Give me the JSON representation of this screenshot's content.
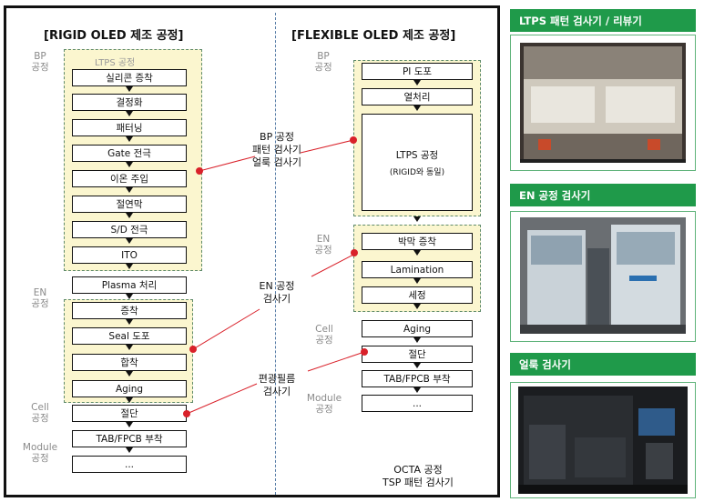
{
  "rigid": {
    "title": "[RIGID OLED 제조 공정]",
    "stage_bp": "BP\n공정",
    "stage_en": "EN\n공정",
    "stage_cell": "Cell\n공정",
    "stage_module": "Module\n공정",
    "ltps_label": "LTPS 공정",
    "steps_bp": [
      "실리콘 증착",
      "결정화",
      "패터닝",
      "Gate 전극",
      "이온 주입",
      "절연막",
      "S/D 전극",
      "ITO"
    ],
    "step_plasma": "Plasma 처리",
    "steps_en": [
      "증착",
      "Seal 도포",
      "합착",
      "Aging"
    ],
    "step_cut": "절단",
    "step_tab": "TAB/FPCB 부착",
    "step_more": "..."
  },
  "flexible": {
    "title": "[FLEXIBLE OLED 제조 공정]",
    "stage_bp": "BP\n공정",
    "stage_en": "EN\n공정",
    "stage_cell": "Cell\n공정",
    "stage_module": "Module\n공정",
    "steps_bp": [
      "PI 도포",
      "열처리"
    ],
    "ltps_main": "LTPS 공정",
    "ltps_sub": "(RIGID와 동일)",
    "steps_en": [
      "박막 증착",
      "Lamination",
      "세정"
    ],
    "step_aging": "Aging",
    "step_cut": "절단",
    "step_tab": "TAB/FPCB 부착",
    "step_more": "..."
  },
  "callouts": {
    "bp": "BP 공정\n패턴 검사기\n얼룩 검사기",
    "en": "EN 공정\n검사기",
    "polar": "편광필름\n검사기",
    "octa": "OCTA 공정\nTSP 패턴 검사기"
  },
  "panels": [
    {
      "title": "LTPS 패턴 검사기 / 리뷰기",
      "icon": "ltps-inspection-machine-photo"
    },
    {
      "title": "EN 공정 검사기",
      "icon": "en-inspection-machine-photo"
    },
    {
      "title": "얼룩 검사기",
      "icon": "mura-inspection-machine-photo"
    }
  ],
  "colors": {
    "accent_green": "#1f9a4a",
    "highlight_yellow": "#fbf6cf",
    "connector_red": "#d9212a"
  }
}
